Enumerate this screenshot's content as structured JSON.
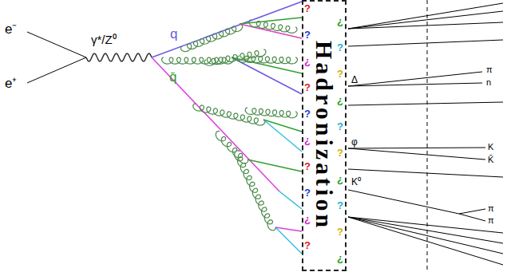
{
  "diagram": {
    "nodes": [
      {
        "text": [
          "Hadronization"
        ]
      }
    ],
    "labels": [
      "e⁻",
      "e⁺",
      "γ*/Z⁰",
      "q",
      "q̄",
      "Δ",
      "π",
      "n",
      "φ",
      "K",
      "K̄",
      "K⁰",
      "π",
      "π",
      "?",
      "¿",
      "?",
      "?",
      "¿",
      "?",
      "?",
      "¿",
      "?",
      "?",
      "¿",
      "?",
      "?",
      "¿",
      "?",
      "?",
      "¿",
      "?",
      "?",
      "¿"
    ]
  }
}
